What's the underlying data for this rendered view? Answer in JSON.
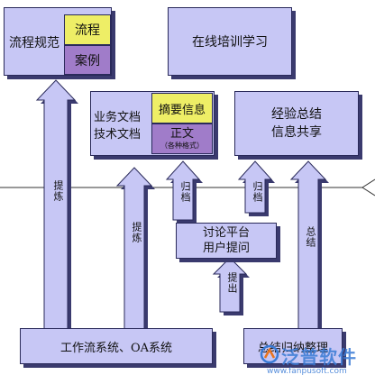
{
  "boxes": {
    "process_norms": {
      "label": "流程规范",
      "flow": "流程",
      "case": "案例"
    },
    "online_training": {
      "label": "在线培训学习"
    },
    "business_docs": {
      "line1": "业务文档",
      "line2": "技术文档",
      "summary": "摘要信息",
      "body": "正文",
      "body_note": "（各种格式）"
    },
    "experience": {
      "line1": "经验总结",
      "line2": "信息共享"
    },
    "discussion": {
      "line1": "讨论平台",
      "line2": "用户提问"
    },
    "workflow": {
      "label": "工作流系统、OA系统"
    },
    "summary_box": {
      "label": "总结归纳整理"
    }
  },
  "arrows": {
    "refine_left": "提炼",
    "refine_mid": "提炼",
    "archive_mid": "归档",
    "archive_right": "归档",
    "summarize": "总结",
    "submit": "提出"
  },
  "watermark": {
    "brand": "泛普软件",
    "url": "www.fanpusoft.com"
  },
  "colors": {
    "box_fill": "#c7c7f5",
    "yellow": "#eeee66",
    "purple": "#a07cc9",
    "shadow": "#3a3a6e"
  }
}
